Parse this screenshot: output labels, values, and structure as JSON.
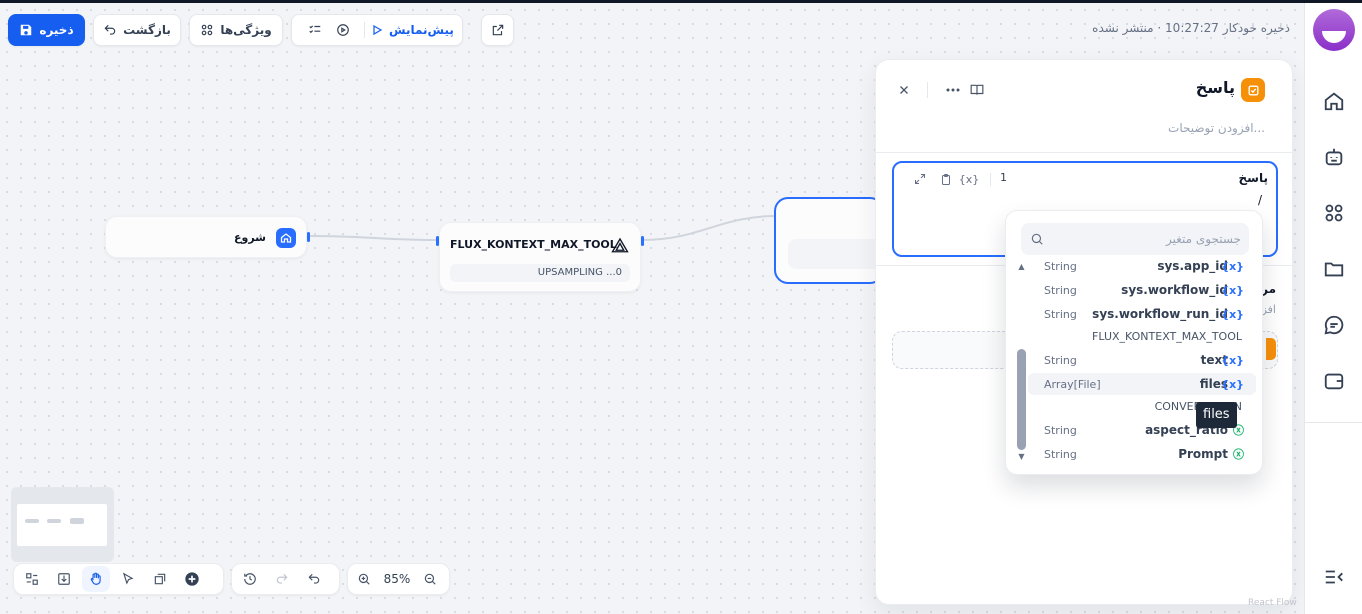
{
  "toolbar": {
    "save_label": "ذخیره",
    "back_label": "بازگشت",
    "features_label": "ویژگی‌ها",
    "preview_label": "پیش‌نمایش",
    "autosave_status": "ذخیره خودکار 10:27:27 · منتشر نشده"
  },
  "nodes": {
    "start": {
      "title": "شروع"
    },
    "tool": {
      "title": "FLUX_KONTEXT_MAX_TOOL",
      "field": "UPSAMPLING ...0"
    }
  },
  "controls": {
    "zoom": "85%"
  },
  "panel": {
    "title": "پاسخ",
    "description_placeholder": "افزودن توضیحات...",
    "editor": {
      "label": "پاسخ",
      "content": "/",
      "count": "1",
      "var_icon": "{x}"
    },
    "section_label": "مرحله",
    "section_sub": "افزو"
  },
  "variables": {
    "search_placeholder": "جستجوی متغیر",
    "tooltip": "files",
    "rows": [
      {
        "name": "sys.app_id",
        "type": "String",
        "icon": "{x}"
      },
      {
        "name": "sys.workflow_id",
        "type": "String",
        "icon": "{x}"
      },
      {
        "name": "sys.workflow_run_id",
        "type": "String",
        "icon": "{x}"
      },
      {
        "name": "text",
        "type": "String",
        "icon": "{x}"
      },
      {
        "name": "files",
        "type": "Array[File]",
        "icon": "{x}"
      },
      {
        "name": "aspect_ratio",
        "type": "String",
        "icon": "ⓧ"
      },
      {
        "name": "Prompt",
        "type": "String",
        "icon": "ⓧ"
      }
    ],
    "groups": {
      "tool": "FLUX_KONTEXT_MAX_TOOL",
      "conversation": "CONVERSATION"
    }
  },
  "footer": {
    "watermark": "React Flow"
  },
  "colors": {
    "primary": "#155eef",
    "answer_badge": "#f79009",
    "canvas_bg": "#f2f4f7"
  }
}
